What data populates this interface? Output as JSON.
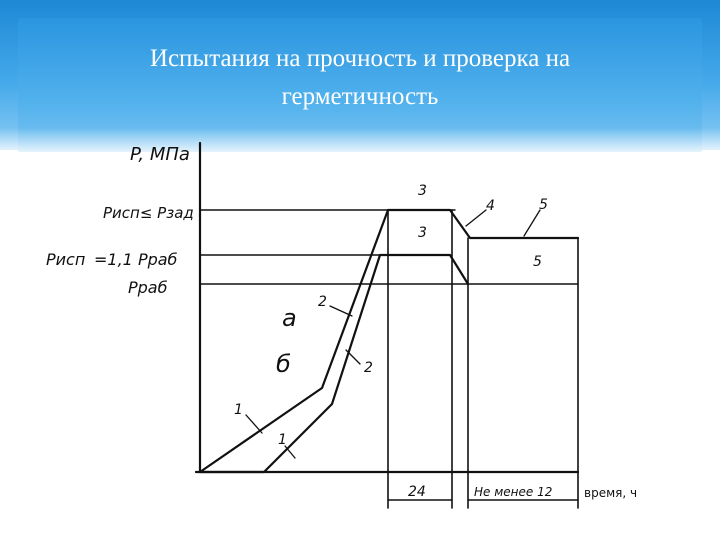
{
  "slide": {
    "title_line1": "Испытания на прочность и проверка на",
    "title_line2": "герметичность"
  },
  "figure": {
    "y_axis_label": "P, МПа",
    "p_test_le_design": "Pисп≤ Pзад",
    "p_test_formula": "=1,1 Pраб",
    "p_test_symbol": "Pисп",
    "p_work": "Pраб",
    "label_a": "а",
    "label_b": "б",
    "label_1a": "1",
    "label_1b": "1",
    "label_2a": "2",
    "label_2b": "2",
    "label_3a": "3",
    "label_3b": "3",
    "label_4": "4",
    "label_5a": "5",
    "label_5b": "5",
    "dur_hold": "24",
    "dur_check": "Не менее 12",
    "x_axis_label": "время, ч"
  },
  "colors": {
    "banner": "#3aa0e6",
    "ink": "#111111",
    "title_text": "#ffffff"
  }
}
